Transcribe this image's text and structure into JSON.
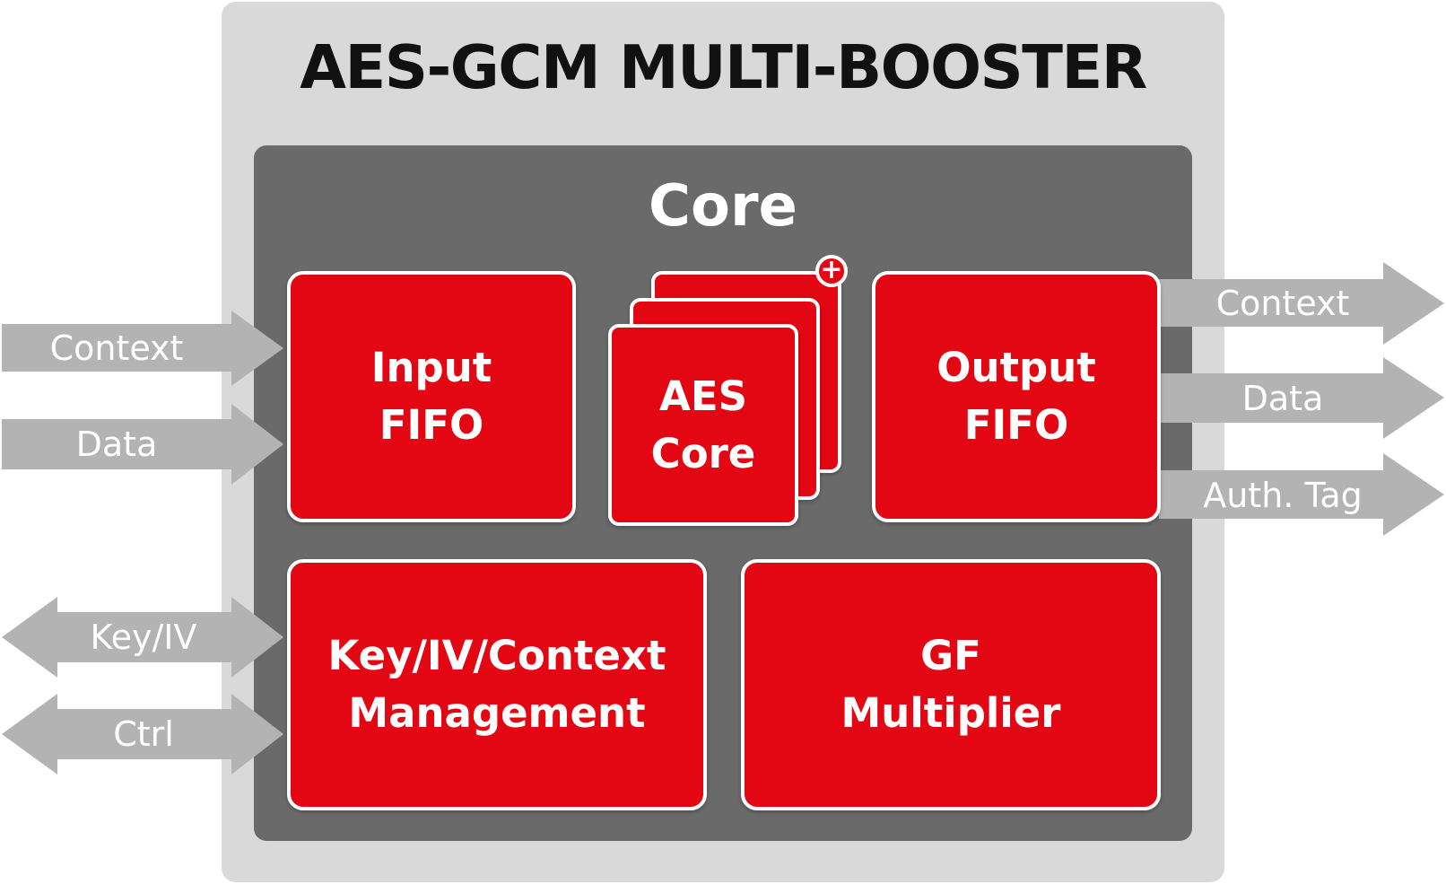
{
  "title": "AES-GCM MULTI-BOOSTER",
  "core": {
    "title": "Core"
  },
  "blocks": {
    "input_fifo": "Input\nFIFO",
    "aes_core": "AES\nCore",
    "output_fifo": "Output\nFIFO",
    "key_iv_context": "Key/IV/Context\nManagement",
    "gf_multiplier": "GF\nMultiplier"
  },
  "aes_plus_symbol": "+",
  "inputs": [
    "Context",
    "Data"
  ],
  "bidirectional": [
    "Key/IV",
    "Ctrl"
  ],
  "outputs": [
    "Context",
    "Data",
    "Auth. Tag"
  ],
  "colors": {
    "block_red": "#e30613",
    "outer_gray": "#d9d9d9",
    "core_gray": "#6a6a6a",
    "arrow_gray": "#b3b3b3"
  }
}
